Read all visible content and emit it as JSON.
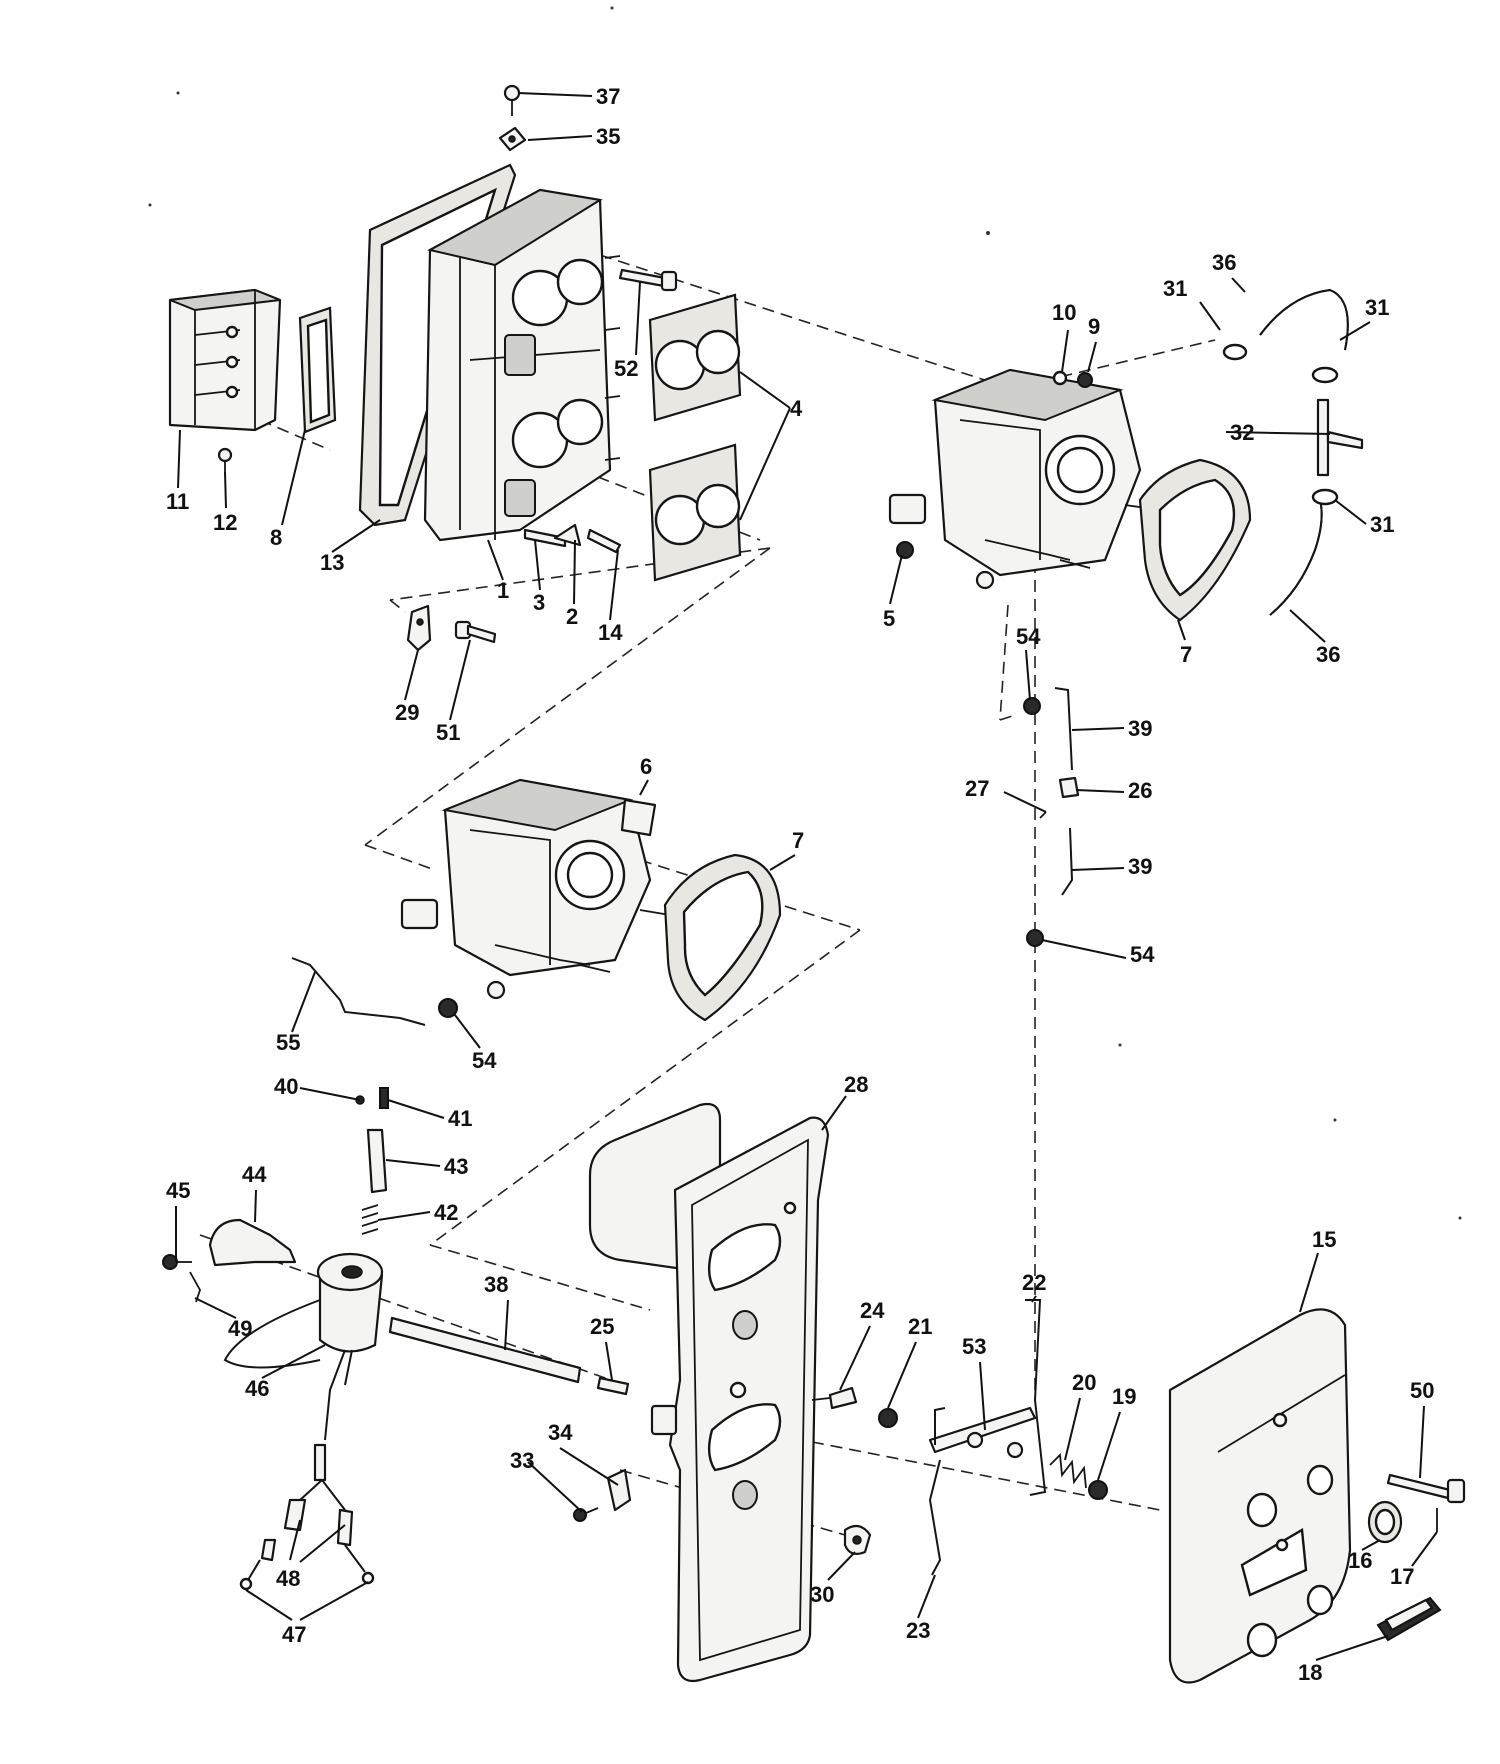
{
  "callouts": [
    {
      "id": "c37",
      "text": "37"
    },
    {
      "id": "c35",
      "text": "35"
    },
    {
      "id": "c36a",
      "text": "36"
    },
    {
      "id": "c31a",
      "text": "31"
    },
    {
      "id": "c31b",
      "text": "31"
    },
    {
      "id": "c10",
      "text": "10"
    },
    {
      "id": "c9",
      "text": "9"
    },
    {
      "id": "c52",
      "text": "52"
    },
    {
      "id": "c4",
      "text": "4"
    },
    {
      "id": "c32",
      "text": "32"
    },
    {
      "id": "c31c",
      "text": "31"
    },
    {
      "id": "c11",
      "text": "11"
    },
    {
      "id": "c12",
      "text": "12"
    },
    {
      "id": "c8",
      "text": "8"
    },
    {
      "id": "c13",
      "text": "13"
    },
    {
      "id": "c1",
      "text": "1"
    },
    {
      "id": "c3",
      "text": "3"
    },
    {
      "id": "c2",
      "text": "2"
    },
    {
      "id": "c14",
      "text": "14"
    },
    {
      "id": "c5",
      "text": "5"
    },
    {
      "id": "c7a",
      "text": "7"
    },
    {
      "id": "c36b",
      "text": "36"
    },
    {
      "id": "c54a",
      "text": "54"
    },
    {
      "id": "c29",
      "text": "29"
    },
    {
      "id": "c51",
      "text": "51"
    },
    {
      "id": "c39a",
      "text": "39"
    },
    {
      "id": "c6",
      "text": "6"
    },
    {
      "id": "c27",
      "text": "27"
    },
    {
      "id": "c26",
      "text": "26"
    },
    {
      "id": "c7b",
      "text": "7"
    },
    {
      "id": "c39b",
      "text": "39"
    },
    {
      "id": "c54b",
      "text": "54"
    },
    {
      "id": "c55",
      "text": "55"
    },
    {
      "id": "c54c",
      "text": "54"
    },
    {
      "id": "c28",
      "text": "28"
    },
    {
      "id": "c40",
      "text": "40"
    },
    {
      "id": "c41",
      "text": "41"
    },
    {
      "id": "c43",
      "text": "43"
    },
    {
      "id": "c45",
      "text": "45"
    },
    {
      "id": "c44",
      "text": "44"
    },
    {
      "id": "c42",
      "text": "42"
    },
    {
      "id": "c15",
      "text": "15"
    },
    {
      "id": "c38",
      "text": "38"
    },
    {
      "id": "c22",
      "text": "22"
    },
    {
      "id": "c49",
      "text": "49"
    },
    {
      "id": "c24",
      "text": "24"
    },
    {
      "id": "c21",
      "text": "21"
    },
    {
      "id": "c25",
      "text": "25"
    },
    {
      "id": "c53",
      "text": "53"
    },
    {
      "id": "c20",
      "text": "20"
    },
    {
      "id": "c19",
      "text": "19"
    },
    {
      "id": "c50",
      "text": "50"
    },
    {
      "id": "c46",
      "text": "46"
    },
    {
      "id": "c34",
      "text": "34"
    },
    {
      "id": "c33",
      "text": "33"
    },
    {
      "id": "c16",
      "text": "16"
    },
    {
      "id": "c17",
      "text": "17"
    },
    {
      "id": "c48",
      "text": "48"
    },
    {
      "id": "c30",
      "text": "30"
    },
    {
      "id": "c23",
      "text": "23"
    },
    {
      "id": "c47",
      "text": "47"
    },
    {
      "id": "c18",
      "text": "18"
    }
  ]
}
